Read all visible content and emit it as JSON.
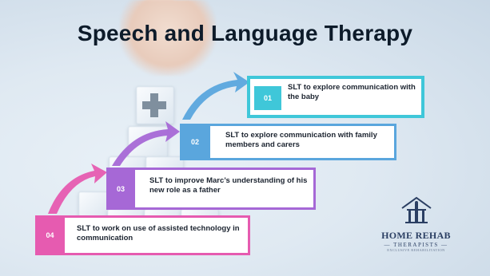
{
  "title": "Speech and Language Therapy",
  "colors": {
    "step1": "#3fc7d9",
    "step2": "#5aa6dd",
    "step3": "#a668d6",
    "step4": "#e65bb0"
  },
  "steps": [
    {
      "number": "01",
      "text": "SLT to explore communication with the baby"
    },
    {
      "number": "02",
      "text": "SLT to explore communication with family members and carers"
    },
    {
      "number": "03",
      "text": "SLT to improve Marc’s understanding of his new role as a father"
    },
    {
      "number": "04",
      "text": "SLT to work on use of assisted technology in communication"
    }
  ],
  "logo": {
    "icon": "house-pillar-logo-icon",
    "name": "HOME REHAB",
    "sub": "— THERAPISTS —",
    "tagline": "EXCLUSIVE REHABILITATION"
  }
}
